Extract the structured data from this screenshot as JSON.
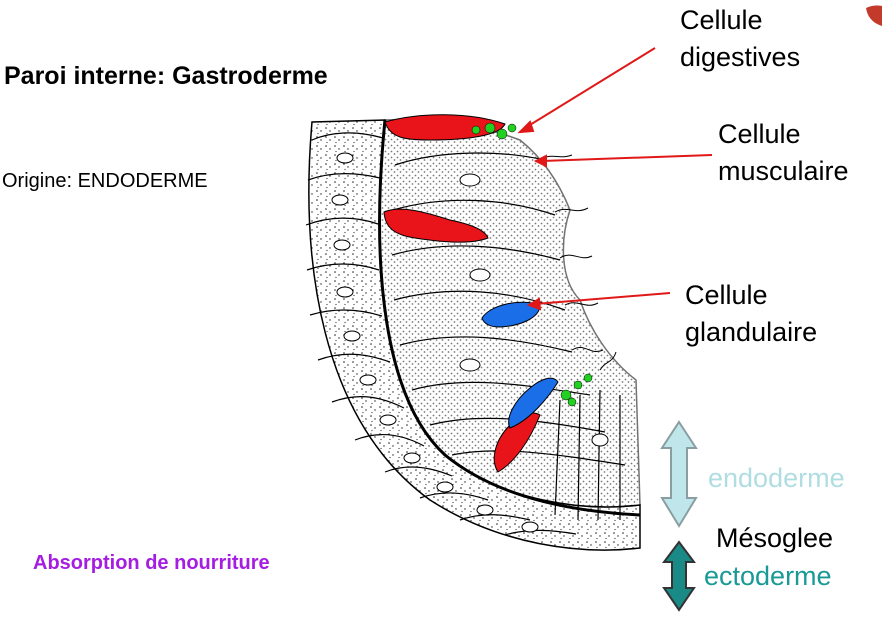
{
  "title": "Paroi interne: Gastroderme",
  "origin": "Origine: ENDODERME",
  "absorption": "Absorption de nourriture",
  "labels": {
    "digestive": [
      "Cellule",
      "digestives"
    ],
    "musculaire": [
      "Cellule",
      "musculaire"
    ],
    "glandulaire": [
      "Cellule",
      "glandulaire"
    ],
    "endoderme": "endoderme",
    "mesoglee": "Mésoglee",
    "ectoderme": "ectoderme"
  },
  "colors": {
    "digestive_cell": "#e8141a",
    "glandular_cell": "#1a6ee8",
    "green_granules": "#22d022",
    "pointer_lines": "#e01818",
    "endoderme_text": "#b0dde2",
    "ectoderme_text": "#1a9a96",
    "absorption_text": "#a51de0",
    "endoderme_arrow": "#bfe6ea",
    "ectoderme_arrow": "#1a8a86"
  }
}
